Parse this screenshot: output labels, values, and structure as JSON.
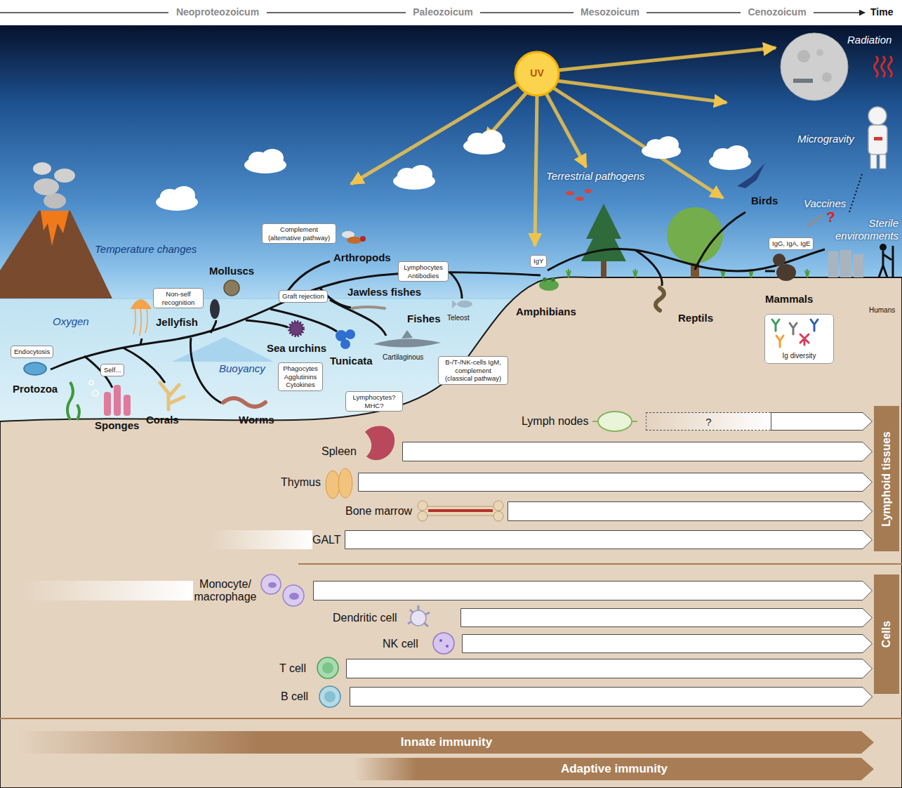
{
  "diagram": {
    "nodes": [
      {
        "text": [
          "Endocytosis"
        ]
      },
      {
        "text": [
          "Self..."
        ]
      },
      {
        "text": [
          "Non-self recognition"
        ]
      },
      {
        "text": [
          "Complement (alternative pathway)"
        ]
      },
      {
        "text": [
          "Graft rejection"
        ]
      },
      {
        "text": [
          "Lymphocytes Antibodies"
        ]
      },
      {
        "text": [
          "Phagocytes Agglutinins Cytokines"
        ]
      },
      {
        "text": [
          "Lymphocytes? MHC?"
        ]
      },
      {
        "text": [
          "B-/T-/NK-cells IgM, complement (classical pathway)"
        ]
      },
      {
        "text": [
          "IgY"
        ]
      },
      {
        "text": [
          "IgG, IgA, IgE"
        ]
      },
      {
        "text": [
          "Ig diversity"
        ]
      },
      {
        "text": [
          "Lymphoid tissues"
        ]
      },
      {
        "text": [
          "Lymph nodes",
          "?"
        ]
      },
      {
        "text": [
          "Spleen"
        ]
      },
      {
        "text": [
          "Thymus"
        ]
      },
      {
        "text": [
          "Bone marrow"
        ]
      },
      {
        "text": [
          "GALT"
        ]
      },
      {
        "text": [
          "Cells"
        ]
      },
      {
        "text": [
          "Monocyte/ macrophage"
        ]
      },
      {
        "text": [
          "Dendritic cell"
        ]
      },
      {
        "text": [
          "NK cell"
        ]
      },
      {
        "text": [
          "T cell"
        ]
      },
      {
        "text": [
          "B cell"
        ]
      },
      {
        "text": [
          "Innate immunity"
        ]
      },
      {
        "text": [
          "Adaptive immunity"
        ]
      }
    ],
    "labels": [
      "Neoproteozoicum",
      "Paleozoicum",
      "Mesozoicum",
      "Cenozoicum",
      "Time",
      "Temperature changes",
      "Oxygen",
      "Buoyancy",
      "UV",
      "Radiation",
      "Microgravity",
      "Terrestrial pathogens",
      "Vaccines",
      "?",
      "Sterile environments",
      "Protozoa",
      "Sponges",
      "Corals",
      "Jellyfish",
      "Molluscs",
      "Worms",
      "Sea urchins",
      "Tunicata",
      "Arthropods",
      "Jawless fishes",
      "Fishes",
      "Teleost",
      "Cartilaginous",
      "Amphibians",
      "Reptils",
      "Birds",
      "Mammals",
      "Humans"
    ]
  }
}
